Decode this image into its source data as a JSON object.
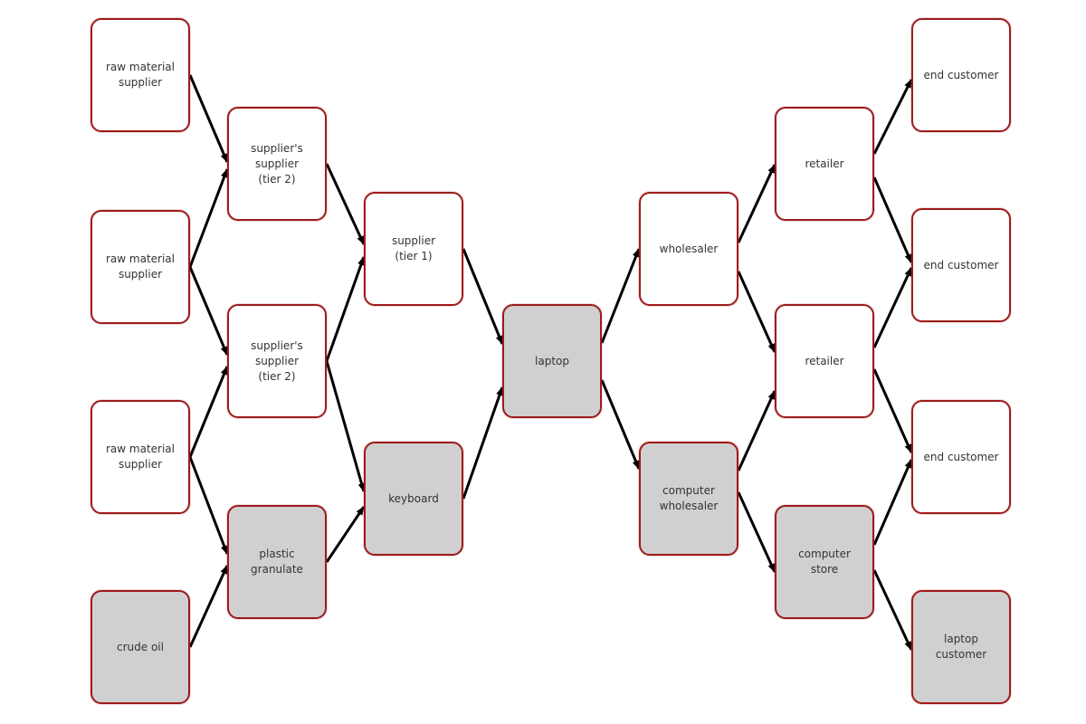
{
  "colors": {
    "border": "#9e1b1b",
    "highlight_fill": "#d0d0d0",
    "node_fill": "#ffffff",
    "arrow": "#000000"
  },
  "nodes": {
    "raw_material_1": "raw material\nsupplier",
    "raw_material_2": "raw material\nsupplier",
    "raw_material_3": "raw material\nsupplier",
    "crude_oil": "crude oil",
    "tier2_a": "supplier's\nsupplier\n(tier 2)",
    "tier2_b": "supplier's\nsupplier\n(tier 2)",
    "plastic_granulate": "plastic\ngranulate",
    "tier1": "supplier\n(tier 1)",
    "keyboard": "keyboard",
    "laptop": "laptop",
    "wholesaler": "wholesaler",
    "computer_wholesaler": "computer\nwholesaler",
    "retailer_a": "retailer",
    "retailer_b": "retailer",
    "computer_store": "computer\nstore",
    "end_customer_1": "end customer",
    "end_customer_2": "end customer",
    "end_customer_3": "end customer",
    "laptop_customer": "laptop\ncustomer"
  }
}
